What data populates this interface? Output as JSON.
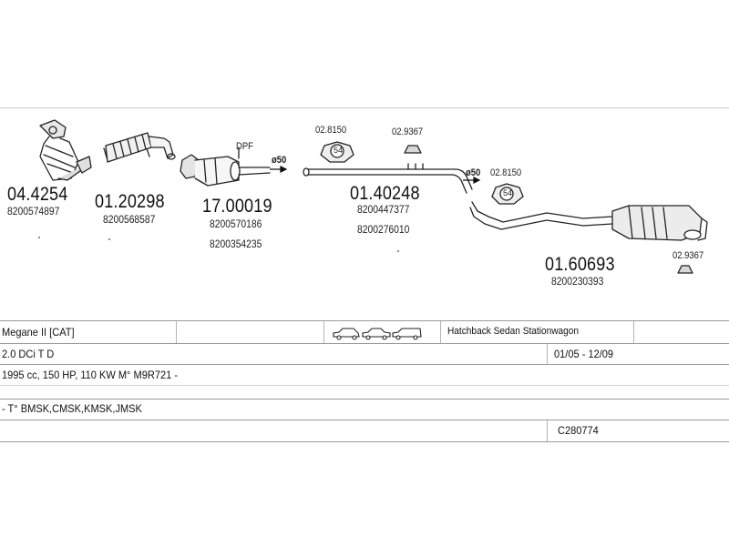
{
  "parts": {
    "p1": {
      "number": "04.4254",
      "oem": [
        "8200574897"
      ]
    },
    "p2": {
      "number": "01.20298",
      "oem": [
        "8200568587"
      ]
    },
    "p3": {
      "number": "17.00019",
      "label": "DPF",
      "oem": [
        "8200570186",
        "8200354235"
      ]
    },
    "p4": {
      "number": "01.40248",
      "oem": [
        "8200447377",
        "8200276010"
      ]
    },
    "p5": {
      "number": "01.60693",
      "oem": [
        "8200230393"
      ]
    }
  },
  "fittings": {
    "hanger_a": "02.8150",
    "hanger_a_badge": "54",
    "clamp_a": "02.9367",
    "hanger_b": "02.8150",
    "hanger_b_badge": "54",
    "clamp_b": "02.9367",
    "diameter_1": "ø50",
    "diameter_2": "ø50"
  },
  "vehicle": {
    "model": "Megane II  [CAT]",
    "body_styles": "Hatchback  Sedan  Stationwagon",
    "engine": "2.0 DCi T D",
    "period": "01/05 - 12/09",
    "specs": "1995 cc, 150 HP, 110 KW M° M9R721 -",
    "codes": "- T° BMSK,CMSK,KMSK,JMSK",
    "reference": "C280774"
  }
}
